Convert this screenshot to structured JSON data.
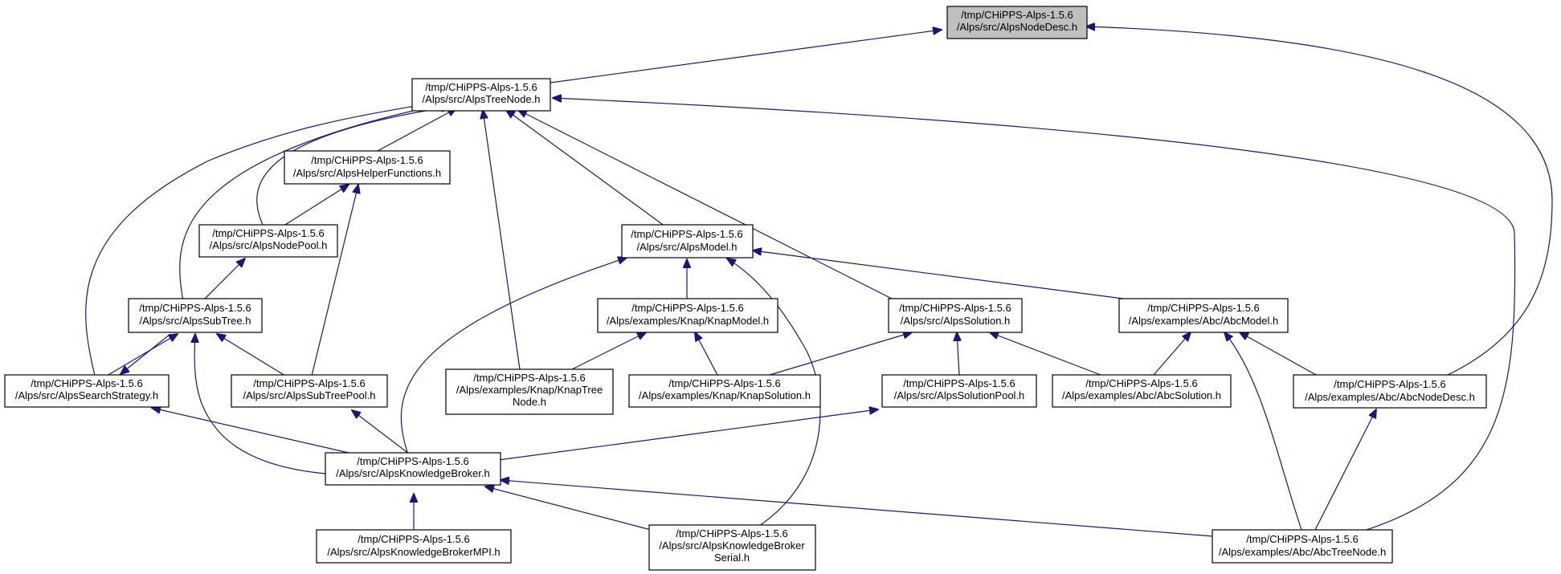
{
  "diagram": {
    "nodes": {
      "nodedesc": [
        "/tmp/CHiPPS-Alps-1.5.6",
        "/Alps/src/AlpsNodeDesc.h"
      ],
      "treenode": [
        "/tmp/CHiPPS-Alps-1.5.6",
        "/Alps/src/AlpsTreeNode.h"
      ],
      "helper": [
        "/tmp/CHiPPS-Alps-1.5.6",
        "/Alps/src/AlpsHelperFunctions.h"
      ],
      "nodepool": [
        "/tmp/CHiPPS-Alps-1.5.6",
        "/Alps/src/AlpsNodePool.h"
      ],
      "model": [
        "/tmp/CHiPPS-Alps-1.5.6",
        "/Alps/src/AlpsModel.h"
      ],
      "subtree": [
        "/tmp/CHiPPS-Alps-1.5.6",
        "/Alps/src/AlpsSubTree.h"
      ],
      "knapmodel": [
        "/tmp/CHiPPS-Alps-1.5.6",
        "/Alps/examples/Knap/KnapModel.h"
      ],
      "solution": [
        "/tmp/CHiPPS-Alps-1.5.6",
        "/Alps/src/AlpsSolution.h"
      ],
      "abcmodel": [
        "/tmp/CHiPPS-Alps-1.5.6",
        "/Alps/examples/Abc/AbcModel.h"
      ],
      "searchstrategy": [
        "/tmp/CHiPPS-Alps-1.5.6",
        "/Alps/src/AlpsSearchStrategy.h"
      ],
      "subtreepool": [
        "/tmp/CHiPPS-Alps-1.5.6",
        "/Alps/src/AlpsSubTreePool.h"
      ],
      "knaptreenode": [
        "/tmp/CHiPPS-Alps-1.5.6",
        "/Alps/examples/Knap/KnapTree",
        "Node.h"
      ],
      "knapsolution": [
        "/tmp/CHiPPS-Alps-1.5.6",
        "/Alps/examples/Knap/KnapSolution.h"
      ],
      "solutionpool": [
        "/tmp/CHiPPS-Alps-1.5.6",
        "/Alps/src/AlpsSolutionPool.h"
      ],
      "abcsolution": [
        "/tmp/CHiPPS-Alps-1.5.6",
        "/Alps/examples/Abc/AbcSolution.h"
      ],
      "abcnodedesc": [
        "/tmp/CHiPPS-Alps-1.5.6",
        "/Alps/examples/Abc/AbcNodeDesc.h"
      ],
      "kb": [
        "/tmp/CHiPPS-Alps-1.5.6",
        "/Alps/src/AlpsKnowledgeBroker.h"
      ],
      "kbmpi": [
        "/tmp/CHiPPS-Alps-1.5.6",
        "/Alps/src/AlpsKnowledgeBrokerMPI.h"
      ],
      "kbserial": [
        "/tmp/CHiPPS-Alps-1.5.6",
        "/Alps/src/AlpsKnowledgeBroker",
        "Serial.h"
      ],
      "abctreenode": [
        "/tmp/CHiPPS-Alps-1.5.6",
        "/Alps/examples/Abc/AbcTreeNode.h"
      ]
    },
    "root_fill": "#bfbfbf",
    "edge_color": "#191970"
  }
}
